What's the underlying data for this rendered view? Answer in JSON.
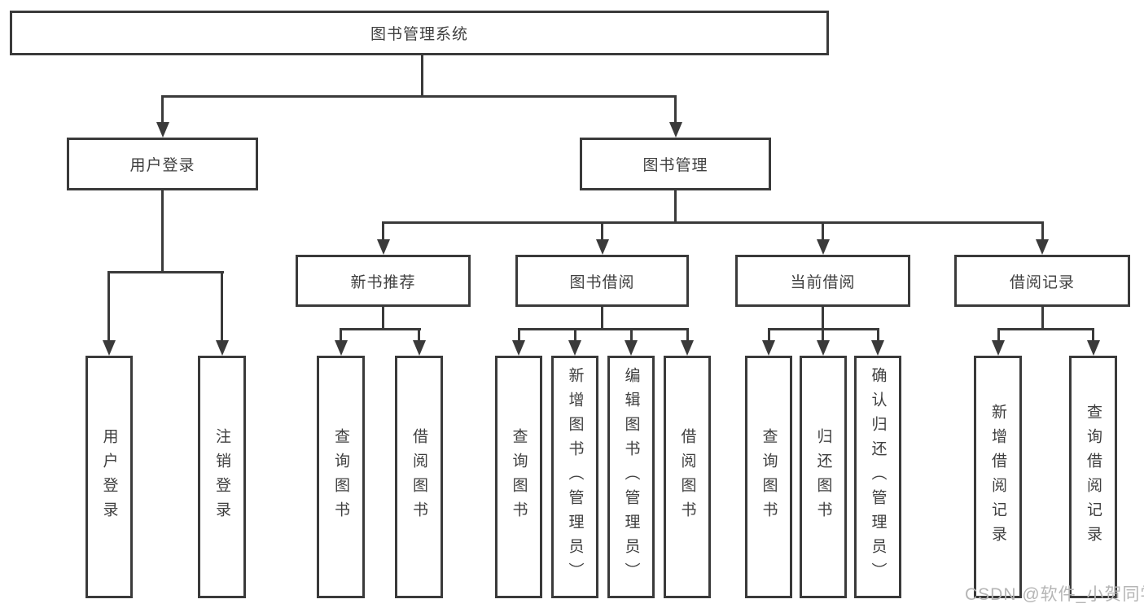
{
  "colors": {
    "line": "#3a3a3a",
    "text": "#3f3f3f",
    "watermark": "#b5b5b5",
    "background": "#ffffff"
  },
  "nodes": {
    "root": "图书管理系统",
    "level2": [
      "用户登录",
      "图书管理"
    ],
    "level3": [
      "新书推荐",
      "图书借阅",
      "当前借阅",
      "借阅记录"
    ],
    "leaves": [
      "用户登录",
      "注销登录",
      "查询图书",
      "借阅图书",
      "查询图书",
      "新增图书（管理员）",
      "编辑图书（管理员）",
      "借阅图书",
      "查询图书",
      "归还图书",
      "确认归还（管理员）",
      "新增借阅记录",
      "查询借阅记录"
    ]
  },
  "watermark": "CSDN @软件_小贺同学"
}
